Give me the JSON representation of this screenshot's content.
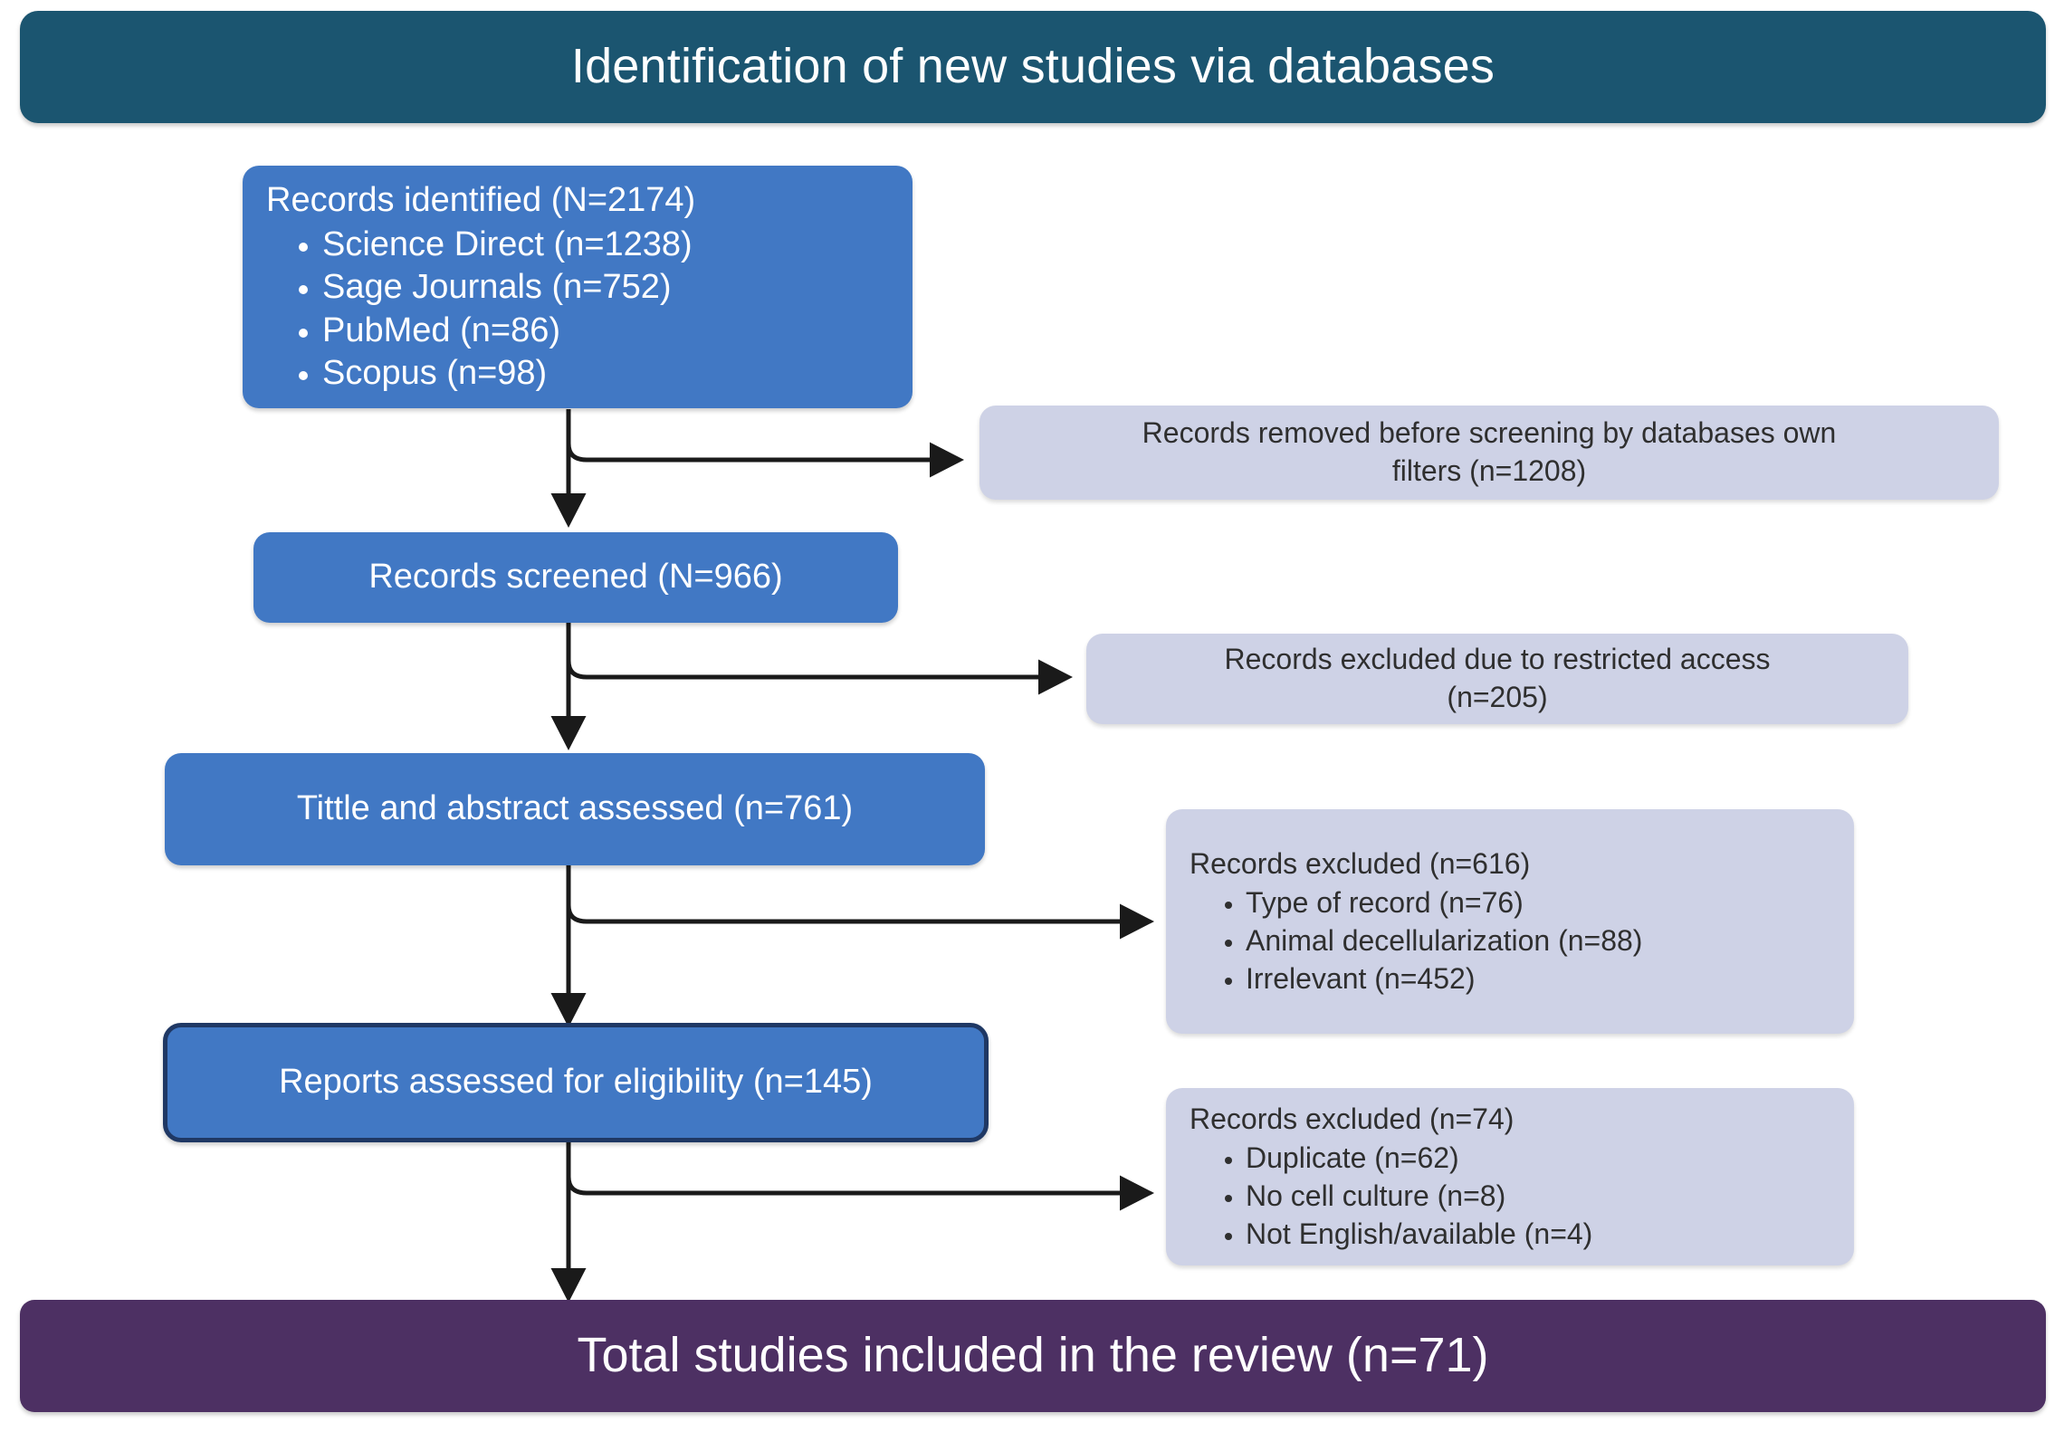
{
  "banner": {
    "title": "Identification of new studies via databases"
  },
  "footer": {
    "title": "Total studies included in the review (n=71)"
  },
  "flow": {
    "identified": {
      "heading": "Records identified (N=2174)",
      "items": [
        "Science Direct (n=1238)",
        "Sage Journals (n=752)",
        "PubMed (n=86)",
        "Scopus (n=98)"
      ]
    },
    "screened": {
      "heading": "Records screened  (N=966)"
    },
    "title_abstract": {
      "heading": "Tittle and abstract assessed (n=761)"
    },
    "eligibility": {
      "heading": "Reports assessed for eligibility (n=145)"
    }
  },
  "excluded": {
    "before_screening": {
      "line1": "Records removed before screening by databases own",
      "line2": "filters (n=1208)"
    },
    "restricted_access": {
      "line1": "Records excluded due to restricted access",
      "line2": "(n=205)"
    },
    "screening_stage": {
      "heading": "Records excluded (n=616)",
      "items": [
        "Type of record (n=76)",
        "Animal decellularization (n=88)",
        "Irrelevant (n=452)"
      ]
    },
    "eligibility_stage": {
      "heading": "Records excluded (n=74)",
      "items": [
        "Duplicate  (n=62)",
        "No cell culture (n=8)",
        "Not English/available (n=4)"
      ]
    }
  },
  "colors": {
    "banner_teal": "#1b5570",
    "footer_purple": "#4d3063",
    "process_blue": "#4178c4",
    "excluded_lavender": "#ced2e6",
    "outline_navy": "#1f3864",
    "connector_black": "#1a1a1a"
  }
}
